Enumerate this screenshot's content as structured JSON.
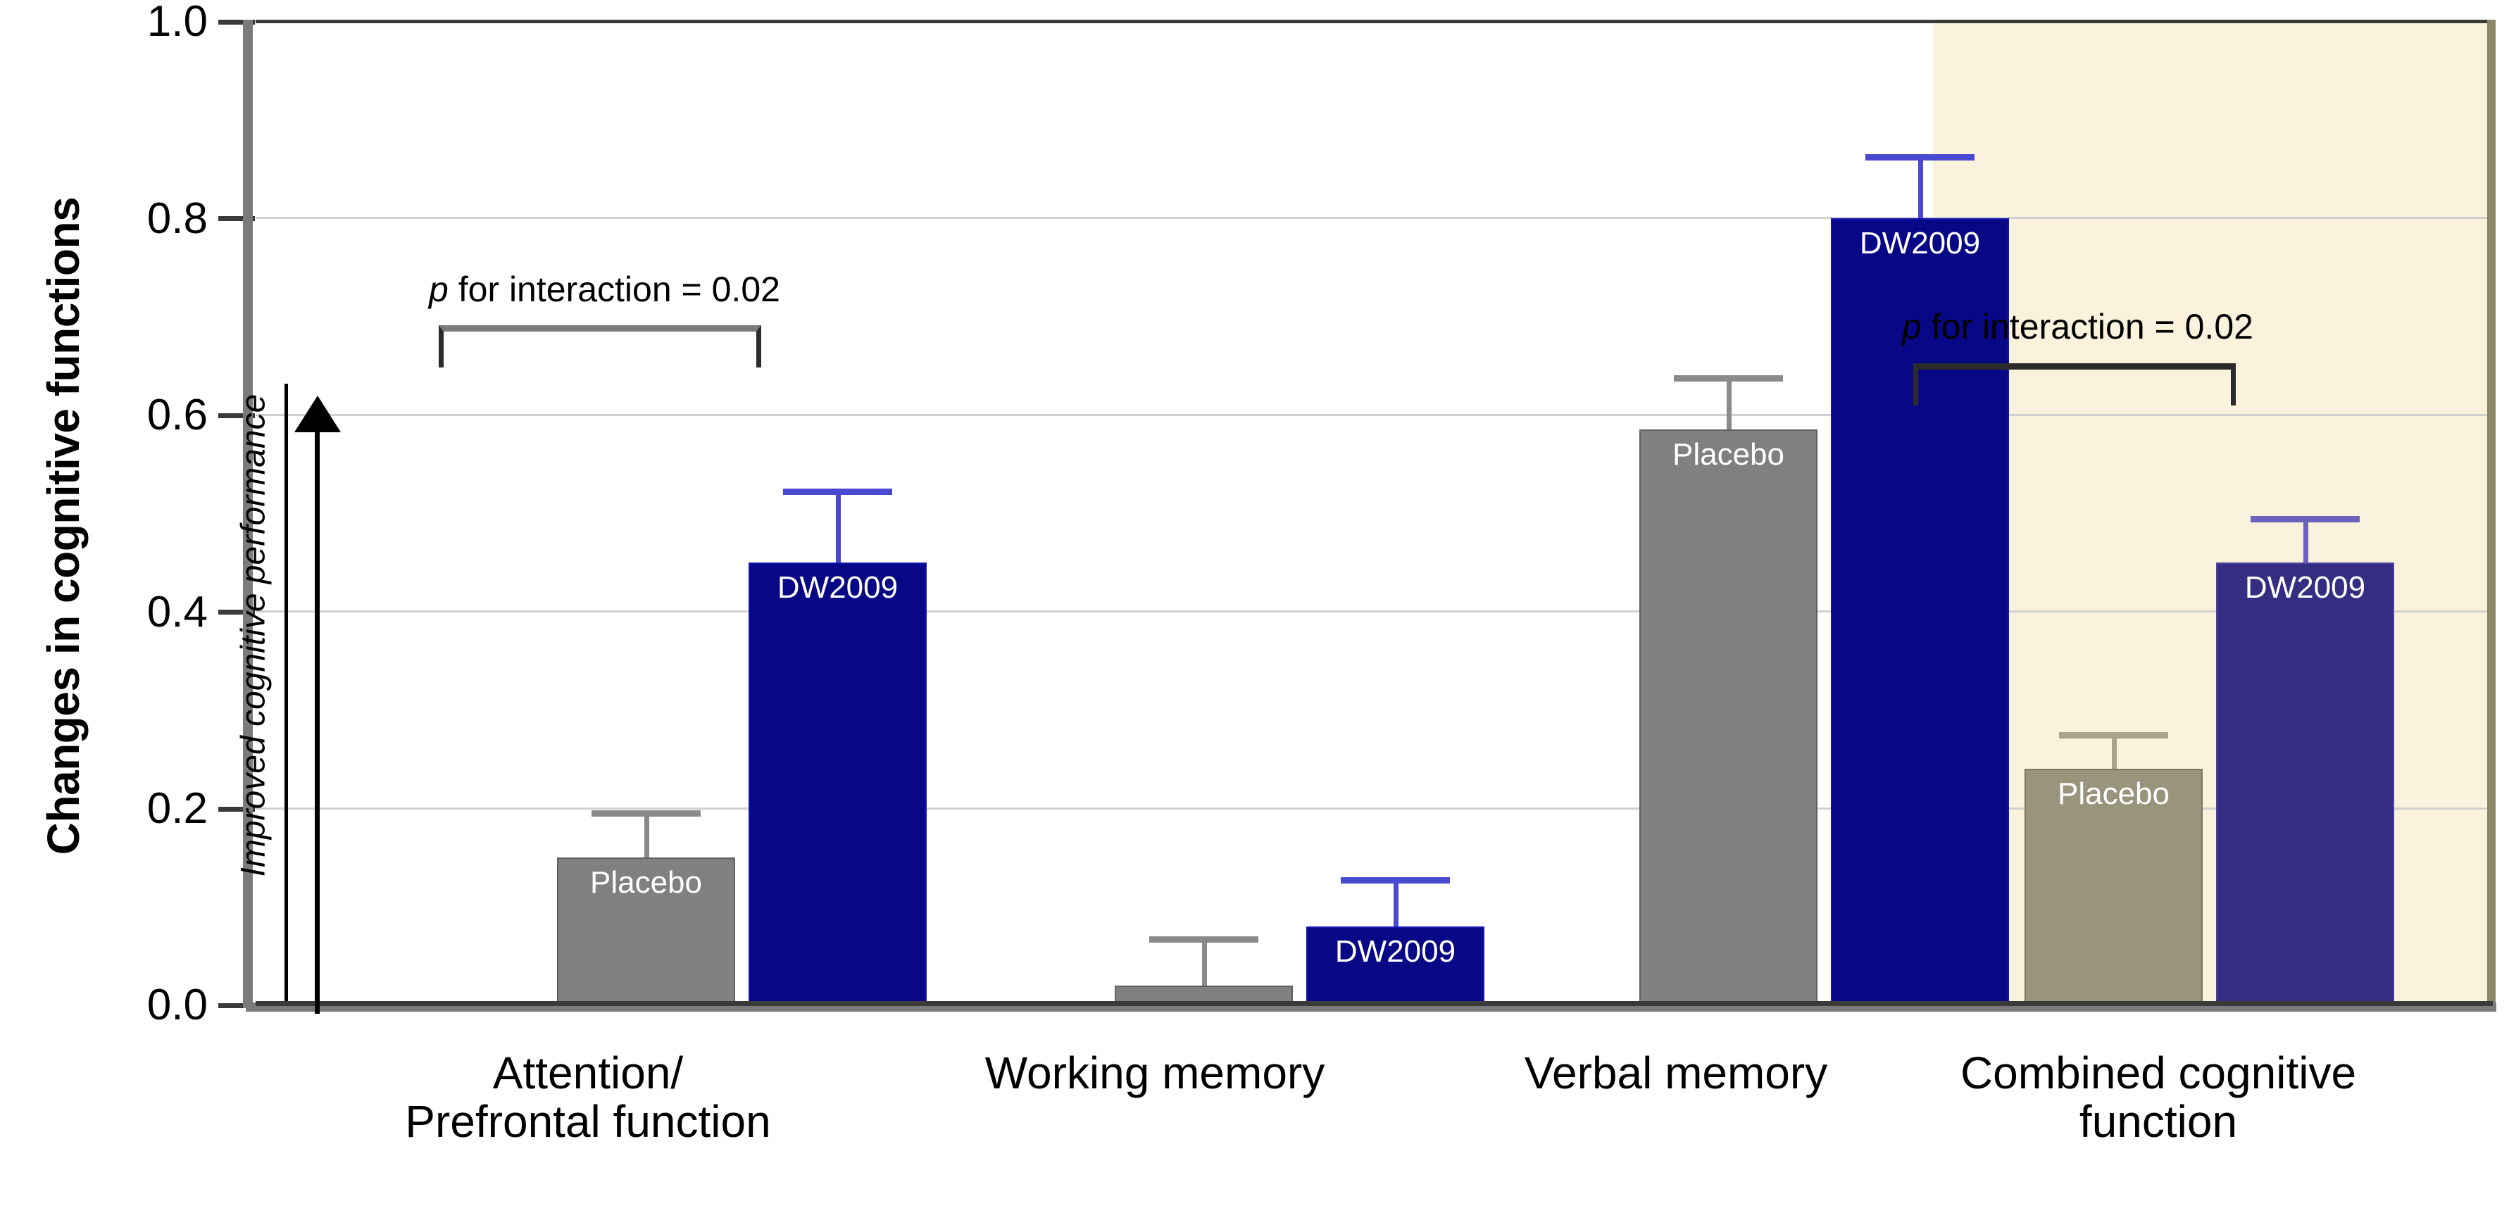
{
  "chart_data": {
    "type": "bar",
    "title": "",
    "xlabel": "",
    "ylabel": "Changes in cognitive functions",
    "ylim": [
      0.0,
      1.0
    ],
    "ytick_labels": [
      "1.0",
      "0.8",
      "0.6",
      "0.4",
      "0.2",
      "0.0"
    ],
    "ytick_values": [
      1.0,
      0.8,
      0.6,
      0.4,
      0.2,
      0.0
    ],
    "grid": true,
    "legend_position": "in-bar-labels",
    "categories": [
      "Attention/\nPrefrontal function",
      "Working memory",
      "Verbal memory",
      "Combined cognitive\nfunction"
    ],
    "category_lines": [
      [
        "Attention/",
        "Prefrontal function"
      ],
      [
        "Working memory"
      ],
      [
        "Verbal memory"
      ],
      [
        "Combined cognitive",
        "function"
      ]
    ],
    "series": [
      {
        "name": "Placebo",
        "color": "#808080",
        "muted_color": "#9B947C",
        "values": [
          0.15,
          0.02,
          0.585,
          0.24
        ],
        "error_upper": [
          0.198,
          0.07,
          0.64,
          0.277
        ]
      },
      {
        "name": "DW2009",
        "color": "#080887",
        "muted_color": "#352D82",
        "values": [
          0.45,
          0.08,
          0.8,
          0.45
        ],
        "error_upper": [
          0.525,
          0.13,
          0.865,
          0.497
        ]
      }
    ],
    "annotations": [
      {
        "text_prefix": "p",
        "text_rest": " for interaction = 0.02",
        "group": "Attention/Prefrontal function"
      },
      {
        "text_prefix": "p",
        "text_rest": " for interaction = 0.02",
        "group": "Combined cognitive function"
      }
    ],
    "axis_note": "Improved cognitive performance",
    "highlight_region": {
      "category": "Combined cognitive function",
      "color": "#FAF2DC"
    }
  },
  "labels": {
    "bar_placebo": "Placebo",
    "bar_dw": "DW2009"
  }
}
